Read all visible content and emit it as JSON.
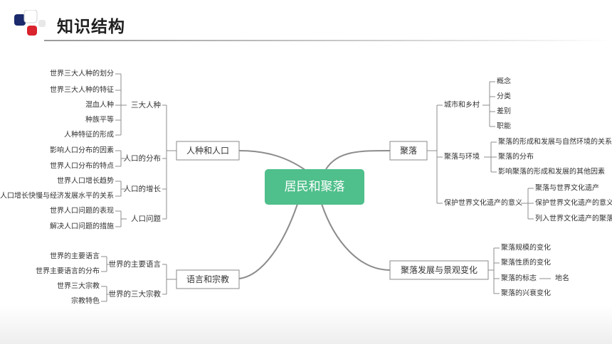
{
  "header": {
    "title": "知识结构"
  },
  "center": "居民和聚落",
  "left": [
    {
      "label": "人种和人口",
      "groups": [
        {
          "label": "三大人种",
          "items": [
            "世界三大人种的划分",
            "世界三大人种的特征",
            "混血人种",
            "种族平等",
            "人种特征的形成"
          ]
        },
        {
          "label": "人口的分布",
          "items": [
            "影响人口分布的因素",
            "世界人口分布的特点"
          ]
        },
        {
          "label": "人口的增长",
          "items": [
            "世界人口增长趋势",
            "人口增长快慢与经济发展水平的关系"
          ]
        },
        {
          "label": "人口问题",
          "items": [
            "世界人口问题的表现",
            "解决人口问题的措施"
          ]
        }
      ]
    },
    {
      "label": "语言和宗教",
      "groups": [
        {
          "label": "世界的主要语言",
          "items": [
            "世界的主要语言",
            "世界主要语言的分布"
          ]
        },
        {
          "label": "世界的三大宗教",
          "items": [
            "世界三大宗教",
            "宗教特色"
          ]
        }
      ]
    }
  ],
  "right": [
    {
      "label": "聚落",
      "groups": [
        {
          "label": "城市和乡村",
          "items": [
            "概念",
            "分类",
            "差别",
            "职能"
          ]
        },
        {
          "label": "聚落与环境",
          "items": [
            "聚落的形成和发展与自然环境的关系",
            "聚落的分布",
            "影响聚落的形成和发展的其他因素"
          ]
        },
        {
          "label": "保护世界文化遗产的意义",
          "items": [
            "聚落与世界文化遗产",
            "保护世界文化遗产的意义",
            "列入世界文化遗产的聚落"
          ]
        }
      ]
    },
    {
      "label": "聚落发展与景观变化",
      "items": [
        "聚落规模的变化",
        "聚落性质的变化",
        "聚落的标志",
        "聚落的兴衰变化"
      ],
      "extra": "地名"
    }
  ],
  "colors": {
    "center_fill": "#4fbf8b",
    "line": "#8c8c8c",
    "text": "#333333",
    "logo_navy": "#1a2a6c",
    "logo_red": "#d9232d"
  }
}
